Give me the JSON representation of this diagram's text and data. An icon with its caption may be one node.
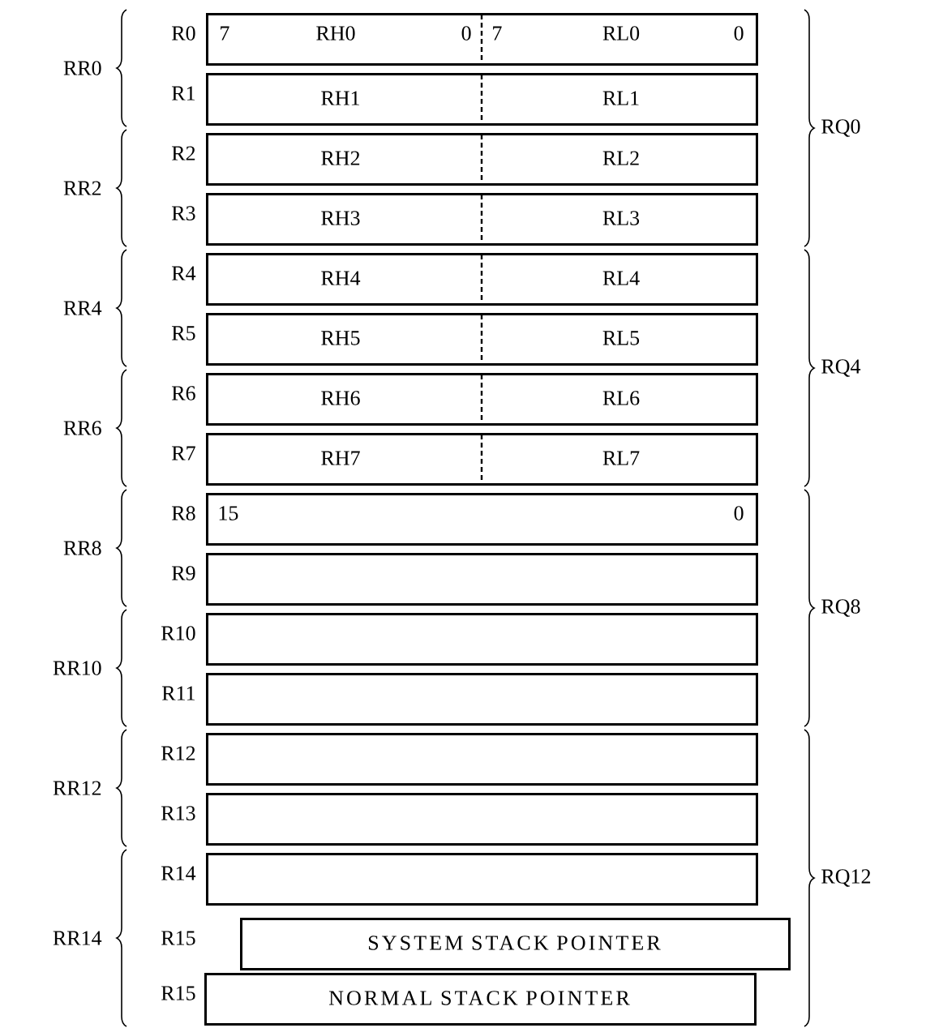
{
  "diagram": {
    "nodes": [
      {
        "text": [
          "7",
          "RH0",
          "0",
          "7",
          "RL0",
          "0"
        ],
        "beside": [
          "R0"
        ]
      },
      {
        "text": [
          "RH1",
          "RL1"
        ],
        "beside": [
          "R1"
        ]
      },
      {
        "text": [
          "RH2",
          "RL2"
        ],
        "beside": [
          "R2"
        ]
      },
      {
        "text": [
          "RH3",
          "RL3"
        ],
        "beside": [
          "R3"
        ]
      },
      {
        "text": [
          "RH4",
          "RL4"
        ],
        "beside": [
          "R4"
        ]
      },
      {
        "text": [
          "RH5",
          "RL5"
        ],
        "beside": [
          "R5"
        ]
      },
      {
        "text": [
          "RH6",
          "RL6"
        ],
        "beside": [
          "R6"
        ]
      },
      {
        "text": [
          "RH7",
          "RL7"
        ],
        "beside": [
          "R7"
        ]
      },
      {
        "text": [
          "15",
          "0"
        ],
        "beside": [
          "R8"
        ]
      },
      {
        "text": [],
        "shape": "box",
        "beside": [
          "R9"
        ]
      },
      {
        "text": [],
        "shape": "box",
        "beside": [
          "R10"
        ]
      },
      {
        "text": [],
        "shape": "box",
        "beside": [
          "R11"
        ]
      },
      {
        "text": [],
        "shape": "box",
        "beside": [
          "R12"
        ]
      },
      {
        "text": [],
        "shape": "box",
        "beside": [
          "R13"
        ]
      },
      {
        "text": [],
        "shape": "box",
        "beside": [
          "R14"
        ]
      },
      {
        "text": [
          "SYSTEM STACK POINTER"
        ],
        "beside": [
          "R15"
        ]
      },
      {
        "text": [
          "NORMAL STACK POINTER"
        ],
        "beside": [
          "R15"
        ]
      }
    ],
    "labels": [
      "RR0",
      "RR2",
      "RR4",
      "RR6",
      "RR8",
      "RR10",
      "RR12",
      "RR14",
      "RQ0",
      "RQ4",
      "RQ8",
      "RQ12"
    ]
  }
}
